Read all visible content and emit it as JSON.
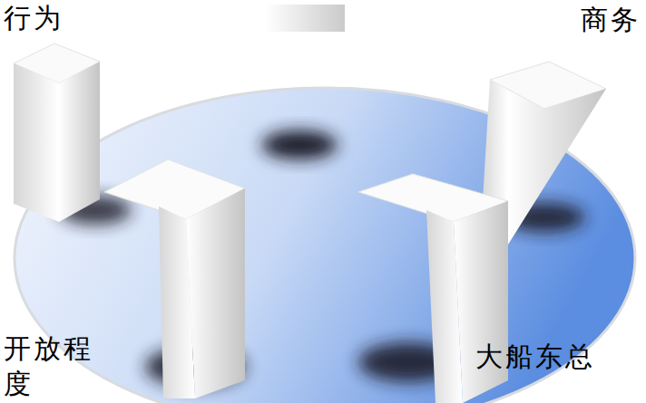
{
  "diagram": {
    "labels": [
      "行为",
      "商务",
      "开放程度",
      "大船东总"
    ]
  }
}
